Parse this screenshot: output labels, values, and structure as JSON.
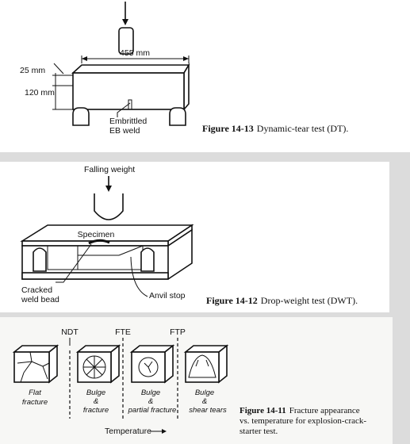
{
  "dt": {
    "dim_width": "455 mm",
    "dim_thickness": "25 mm",
    "dim_height": "120 mm",
    "weld_line1": "Embrittled",
    "weld_line2": "EB weld",
    "fig_num": "Figure 14-13",
    "fig_text": "Dynamic-tear test (DT)."
  },
  "dwt": {
    "weight_label": "Falling weight",
    "specimen_label": "Specimen",
    "bead_line1": "Cracked",
    "bead_line2": "weld bead",
    "anvil_label": "Anvil stop",
    "fig_num": "Figure 14-12",
    "fig_text": "Drop-weight test (DWT)."
  },
  "frac": {
    "marker_ndt": "NDT",
    "marker_fte": "FTE",
    "marker_ftp": "FTP",
    "label1_line1": "Flat",
    "label1_line2": "fracture",
    "label2_line1": "Bulge",
    "label2_line2": "&",
    "label2_line3": "fracture",
    "label3_line1": "Bulge",
    "label3_line2": "&",
    "label3_line3": "partial fracture",
    "label4_line1": "Bulge",
    "label4_line2": "&",
    "label4_line3": "shear tears",
    "axis_label": "Temperature",
    "fig_num": "Figure 14-11",
    "fig_text_line1": "Fracture appearance",
    "fig_text_line2": "vs. temperature for explosion-crack-",
    "fig_text_line3": "starter test."
  }
}
